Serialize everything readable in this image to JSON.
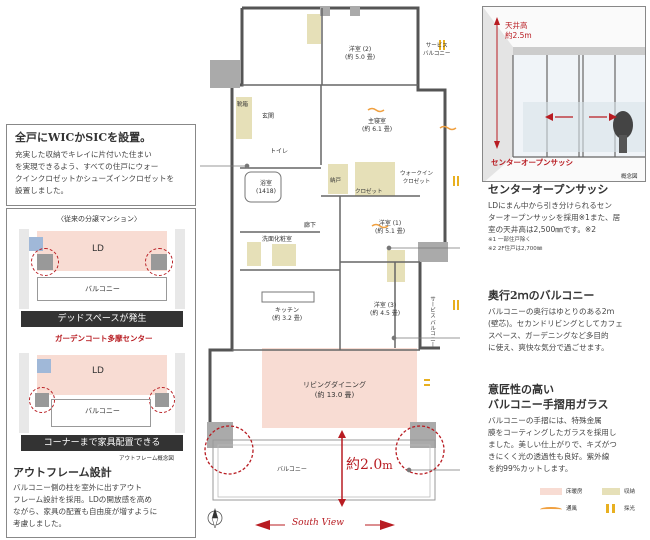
{
  "left": {
    "wic": {
      "title": "全戸にWICかSICを設置。",
      "lines": [
        "充実した収納でキレイに片付いた住まい",
        "を実現できるよう、すべての住戸にウォー",
        "クインクロゼットかシューズインクロゼットを",
        "設置しました。"
      ]
    },
    "conventional": {
      "caption": "〈従来の分譲マンション〉",
      "ld": "LD",
      "balcony": "バルコニー",
      "banner": "デッドスペースが発生"
    },
    "garden": {
      "caption": "ガーデンコート多摩センター",
      "ld": "LD",
      "balcony": "バルコニー",
      "banner": "コーナーまで家具配置できる"
    },
    "outframe": {
      "figure_note": "アウトフレーム概念図",
      "title": "アウトフレーム設計",
      "lines": [
        "バルコニー側の柱を室外に出すアウト",
        "フレーム設計を採用。LDの開放感を高め",
        "ながら、家具の配置も自由度が増すように",
        "考慮しました。"
      ]
    }
  },
  "plan": {
    "rooms": {
      "western2": [
        "洋室 (2)",
        "(約 5.0 畳)"
      ],
      "service_balcony": [
        "サービス",
        "バルコニー"
      ],
      "master": [
        "主寝室",
        "(約 6.1 畳)"
      ],
      "entrance": "玄関",
      "toilet": "トイレ",
      "shoes": "靴箱",
      "bath": [
        "浴室",
        "(1418)"
      ],
      "storage": "納戸",
      "closet": "クロゼット",
      "wic": [
        "ウォークイン",
        "クロゼット"
      ],
      "hall": "廊下",
      "western1": [
        "洋室 (1)",
        "(約 5.1 畳)"
      ],
      "washroom": "洗面化粧室",
      "kitchen": [
        "キッチン",
        "(約 3.2 畳)"
      ],
      "western3": [
        "洋室 (3)",
        "(約 4.5 畳)"
      ],
      "service_balcony2": [
        "サービス",
        "バルコニー"
      ],
      "living": [
        "リビングダイニング",
        "(約 13.0 畳)"
      ],
      "balcony": "バルコニー",
      "depth": "約2.0",
      "depth_unit": "m",
      "south": "South View"
    },
    "legend": {
      "floor": "床暖房",
      "storage": "収納",
      "wind": "通風",
      "light": "採光"
    }
  },
  "right": {
    "sash_photo": {
      "ceiling": "天井高",
      "ceiling_value": "約2.5m",
      "label": "センターオープンサッシ",
      "note": "概念図"
    },
    "sash": {
      "title": "センターオープンサッシ",
      "lines": [
        "LDにまん中から引き分けられるセン",
        "ターオープンサッシを採用※1また、居",
        "室の天井高は2,500㎜です。※2"
      ],
      "notes": [
        "※1 一部住戸除く",
        "※2 2F住戸は2,700㎜"
      ]
    },
    "balcony": {
      "title": "奥行2ｍのバルコニー",
      "lines": [
        "バルコニーの奥行はゆとりのある2ｍ",
        "(壁芯)。セカンドリビングとしてカフェ",
        "スペース、ガーデニングなど多目的",
        "に使え、爽快な気分で過ごせます。"
      ]
    },
    "glass": {
      "title": [
        "意匠性の高い",
        "バルコニー手摺用ガラス"
      ],
      "lines": [
        "バルコニーの手摺には、特殊金属",
        "膜をコーティングしたガラスを採用し",
        "ました。美しい仕上がりで、キズがつ",
        "きにくく光の透過性も良好。紫外線",
        "を約99%カットします。"
      ]
    }
  },
  "colors": {
    "accent_red": "#b81c22",
    "floor_heat": "#f8dcd3",
    "storage": "#e6e0b8"
  }
}
